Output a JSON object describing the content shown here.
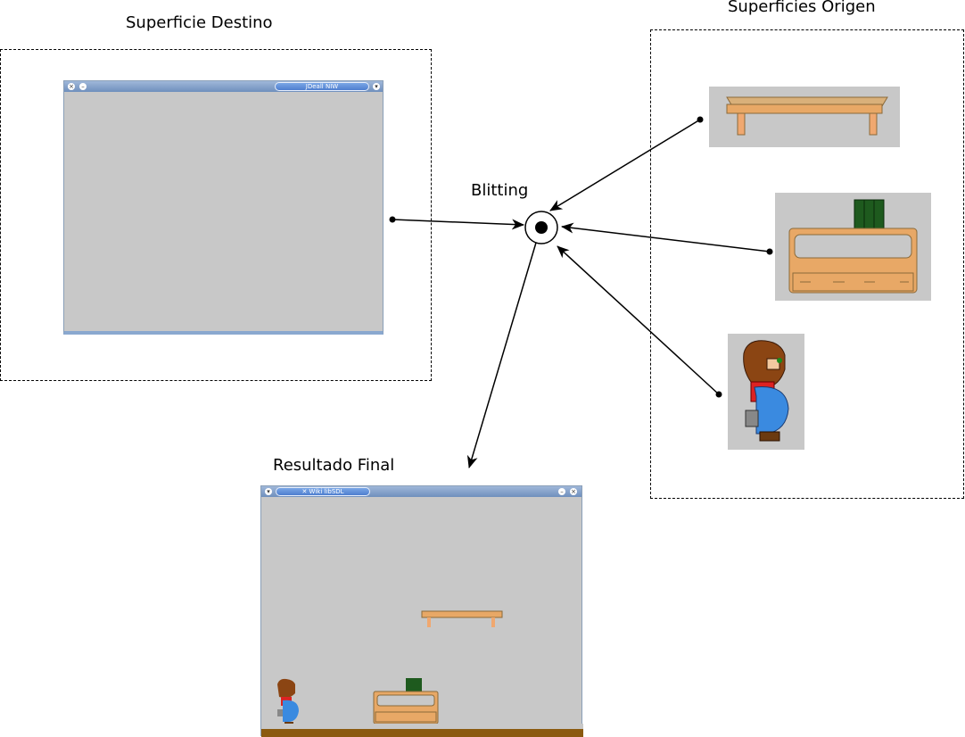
{
  "labels": {
    "destino": "Superficie Destino",
    "origen": "Superficies Origen",
    "blitting": "Blitting",
    "resultado": "Resultado Final"
  },
  "windows": {
    "destino_title": "JDeall NIW",
    "resultado_title": "Wiki libSDL"
  },
  "colors": {
    "surface": "#c8c8c8",
    "wood": "#e8a866",
    "wood_dark": "#b8834a",
    "books": "#1e5a1e",
    "ground": "#8b5a10",
    "titlebar": "#6f8fbd"
  },
  "icons": {
    "close": "×",
    "minimize": "–",
    "menu": "▾",
    "app": "✕"
  }
}
